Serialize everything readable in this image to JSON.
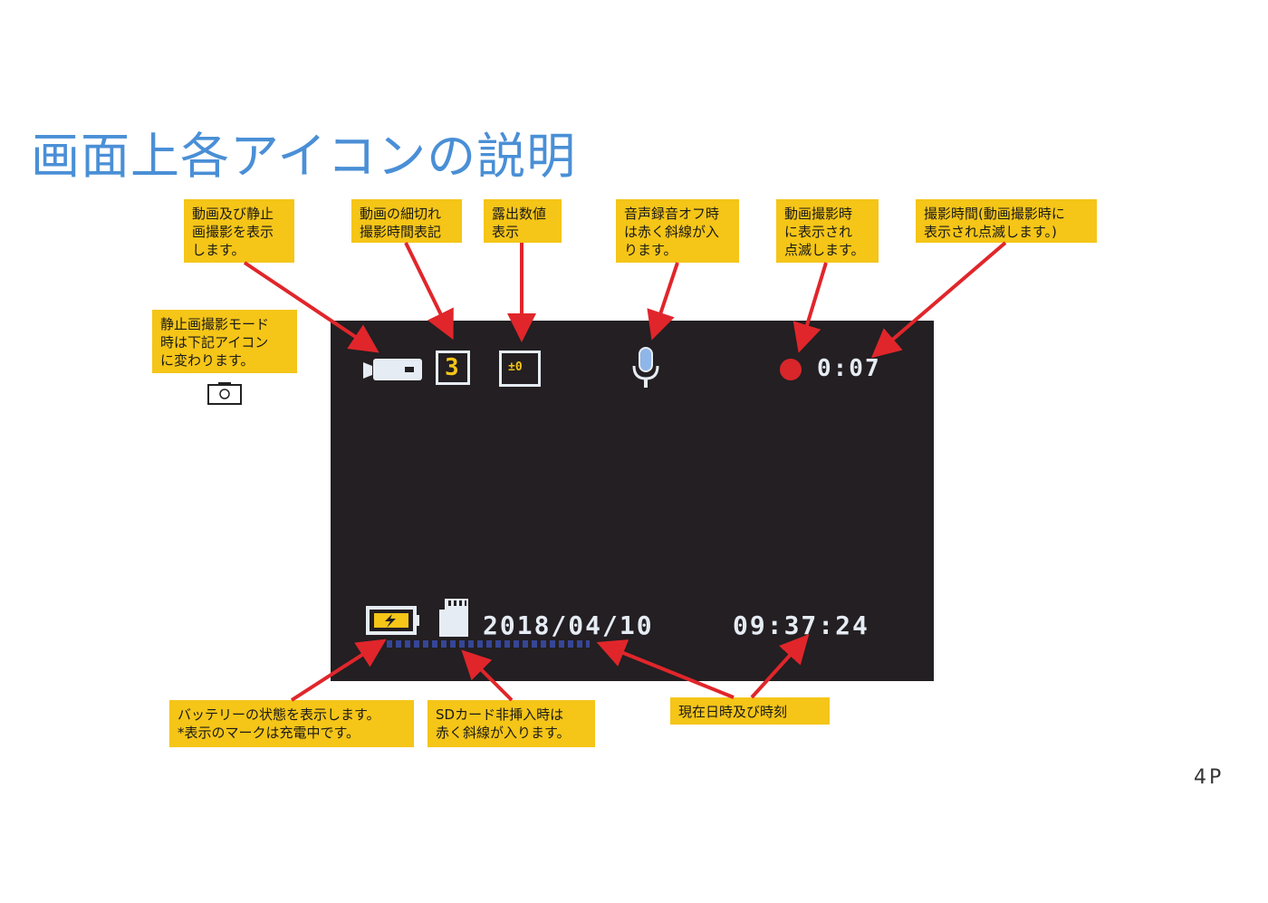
{
  "title": "画面上各アイコンの説明",
  "page_number": "4P",
  "callouts": {
    "record_mode": "動画及び静止\n画撮影を表示\nします。",
    "clip_length": "動画の細切れ\n撮影時間表記",
    "exposure": "露出数値\n表示",
    "audio": "音声録音オフ時\nは赤く斜線が入\nります。",
    "rec_indicator": "動画撮影時\nに表示され\n点滅します。",
    "rec_time": "撮影時間(動画撮影時に\n表示され点滅します。)",
    "still_mode": "静止画撮影モード\n時は下記アイコン\nに変わります。",
    "battery": "バッテリーの状態を表示します。\n*表示のマークは充電中です。",
    "sd_card": "SDカード非挿入時は\n赤く斜線が入ります。",
    "datetime": "現在日時及び時刻"
  },
  "screen": {
    "clip_minutes": "3",
    "exposure_value": "±0",
    "elapsed": "0:07",
    "date": "2018/04/10",
    "time": "09:37:24"
  },
  "colors": {
    "title": "#4a8fd6",
    "callout_bg": "#f5c518",
    "arrow": "#e0262b",
    "screen_bg": "#231f22",
    "rec_dot": "#d8262a",
    "osd": "#e6ecf4"
  }
}
